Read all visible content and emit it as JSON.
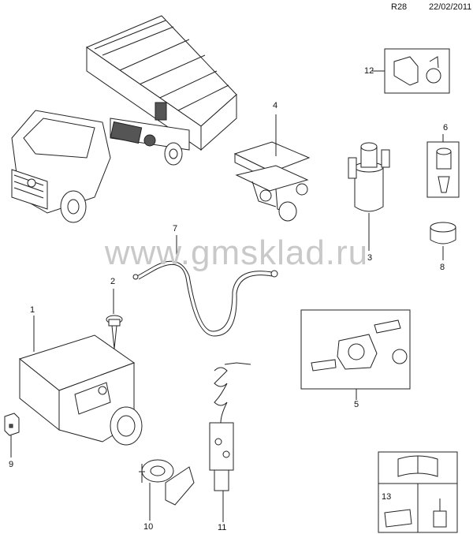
{
  "header": {
    "code": "R28",
    "date": "22/02/2011"
  },
  "watermark": "www.gmsklad.ru",
  "callouts": [
    "1",
    "2",
    "3",
    "4",
    "5",
    "6",
    "7",
    "8",
    "9",
    "10",
    "11",
    "12",
    "13"
  ]
}
